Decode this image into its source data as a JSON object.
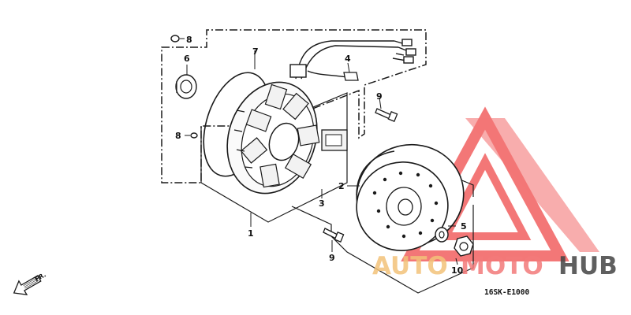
{
  "diagram": {
    "code": "16SK-E1000",
    "front_marker": "FR.",
    "callouts": [
      {
        "id": "c1",
        "text": "1"
      },
      {
        "id": "c2",
        "text": "2"
      },
      {
        "id": "c3",
        "text": "3"
      },
      {
        "id": "c4",
        "text": "4"
      },
      {
        "id": "c5",
        "text": "5"
      },
      {
        "id": "c6",
        "text": "6"
      },
      {
        "id": "c7",
        "text": "7"
      },
      {
        "id": "c8a",
        "text": "8"
      },
      {
        "id": "c8b",
        "text": "8"
      },
      {
        "id": "c9a",
        "text": "9"
      },
      {
        "id": "c9b",
        "text": "9"
      },
      {
        "id": "c10",
        "text": "10"
      }
    ]
  },
  "watermark": {
    "part1": "AUTO",
    "part2": "MOTO",
    "part3": "HUB",
    "colors": {
      "auto": "#f3c27a",
      "moto": "#f37a7a",
      "hub": "#444444",
      "triangle": "#f04a4a"
    }
  }
}
